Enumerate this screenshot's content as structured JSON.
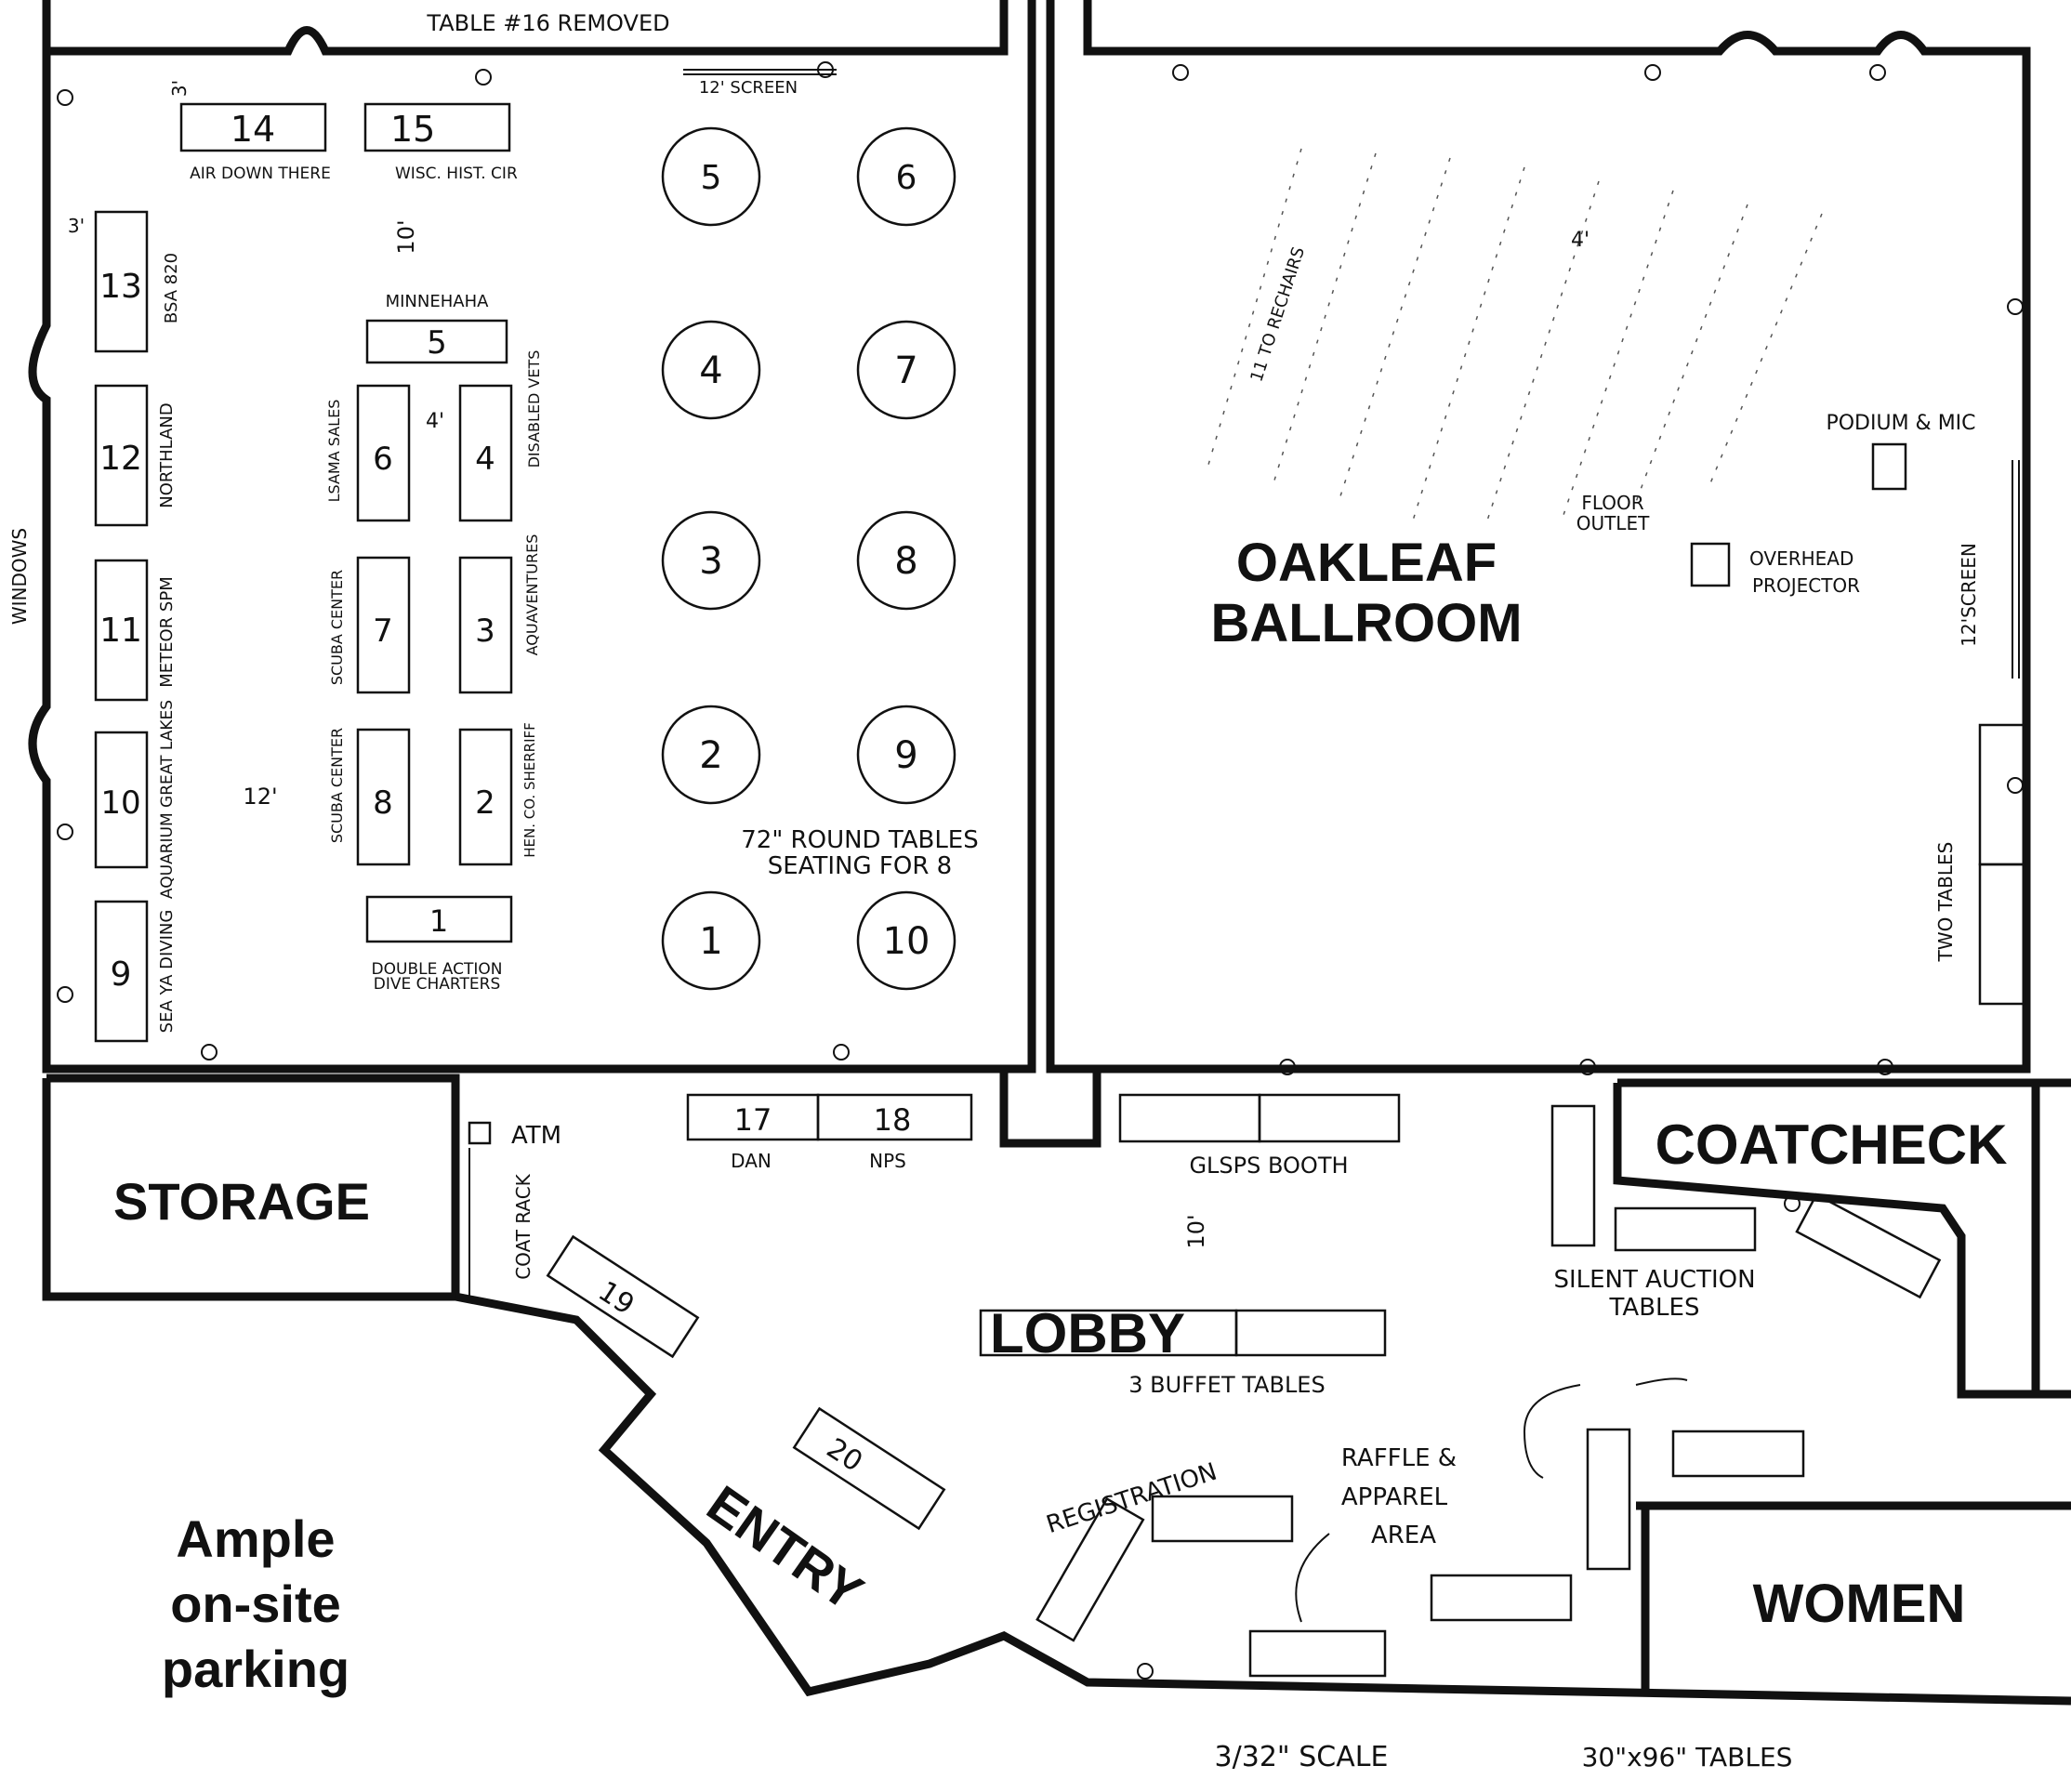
{
  "rooms": {
    "ballroom": "OAKLEAF\nBALLROOM",
    "storage": "STORAGE",
    "coatcheck": "COATCHECK",
    "lobby": "LOBBY",
    "entry": "ENTRY",
    "women": "WOMEN"
  },
  "parking": [
    "Ample",
    "on-site",
    "parking"
  ],
  "notes": {
    "removed": "TABLE #16 REMOVED",
    "screen_top": "12' SCREEN",
    "screen_right": "12'SCREEN",
    "round_tables": "72\" ROUND TABLES",
    "seating": "SEATING FOR 8",
    "podium": "PODIUM & MIC",
    "floor_outlet": "FLOOR\nOUTLET",
    "projector": "OVERHEAD\nPROJECTOR",
    "two_tables": "TWO TABLES",
    "windows": "WINDOWS",
    "atm": "ATM",
    "coat_rack": "COAT RACK",
    "silent_auction": "SILENT AUCTION\nTABLES",
    "buffet": "3 BUFFET TABLES",
    "registration": "REGISTRATION",
    "raffle": "RAFFLE &\nAPPAREL\nAREA",
    "scale": "3/32\" SCALE",
    "table_size": "30\"x96\" TABLES",
    "rows": "11 TO RECHAIRS",
    "dim_3a": "3'",
    "dim_3b": "3'",
    "dim_4a": "4'",
    "dim_4b": "4'",
    "dim_10a": "10'",
    "dim_10b": "10'",
    "dim_12": "12'"
  },
  "vendor_tables": [
    {
      "num": "14",
      "label": "AIR DOWN THERE"
    },
    {
      "num": "15",
      "label": "WISC. HIST. CIR"
    },
    {
      "num": "13",
      "label": "BSA 820"
    },
    {
      "num": "12",
      "label": "NORTHLAND"
    },
    {
      "num": "11",
      "label": "METEOR\nSPM"
    },
    {
      "num": "10",
      "label": "AQUARIUM\nGREAT LAKES"
    },
    {
      "num": "9",
      "label": "SEA YA DIVING"
    },
    {
      "num": "5",
      "label": "MINNEHAHA"
    },
    {
      "num": "6",
      "label": "LSAMA SALES"
    },
    {
      "num": "4",
      "label": "DISABLED VETS"
    },
    {
      "num": "7",
      "label": "SCUBA CENTER"
    },
    {
      "num": "3",
      "label": "AQUAVENTURES"
    },
    {
      "num": "8",
      "label": "SCUBA CENTER"
    },
    {
      "num": "2",
      "label": "HEN. CO. SHERRIFF"
    },
    {
      "num": "1",
      "label": "DOUBLE ACTION\nDIVE CHARTERS"
    },
    {
      "num": "17",
      "label": "DAN"
    },
    {
      "num": "18",
      "label": "NPS"
    },
    {
      "num": "19",
      "label": ""
    },
    {
      "num": "20",
      "label": ""
    }
  ],
  "booth_label": "GLSPS BOOTH",
  "round_table_numbers": [
    "5",
    "6",
    "4",
    "7",
    "3",
    "8",
    "2",
    "9",
    "1",
    "10"
  ]
}
